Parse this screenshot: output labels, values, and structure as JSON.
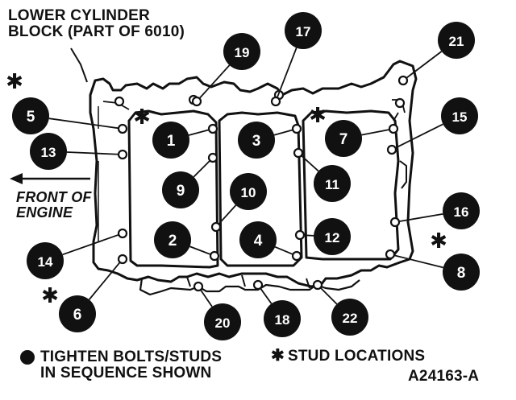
{
  "title": {
    "line1": "LOWER CYLINDER",
    "line2": "BLOCK (PART OF 6010)"
  },
  "front_label": {
    "line1": "FRONT OF",
    "line2": "ENGINE"
  },
  "legend": {
    "sequence_line1": "TIGHTEN BOLTS/STUDS",
    "sequence_line2": "IN SEQUENCE SHOWN",
    "stud_text": "STUD LOCATIONS",
    "star_glyph": "✱"
  },
  "figure_id": "A24163-A",
  "sequence_numbers": [
    "1",
    "2",
    "3",
    "4",
    "5",
    "6",
    "7",
    "8",
    "9",
    "10",
    "11",
    "12",
    "13",
    "14",
    "15",
    "16",
    "17",
    "18",
    "19",
    "20",
    "21",
    "22"
  ],
  "stud_markers": [
    "5",
    "1",
    "7",
    "6",
    "8"
  ],
  "colors": {
    "ink": "#111111",
    "badge_text": "#ffffff",
    "background": "#ffffff"
  }
}
